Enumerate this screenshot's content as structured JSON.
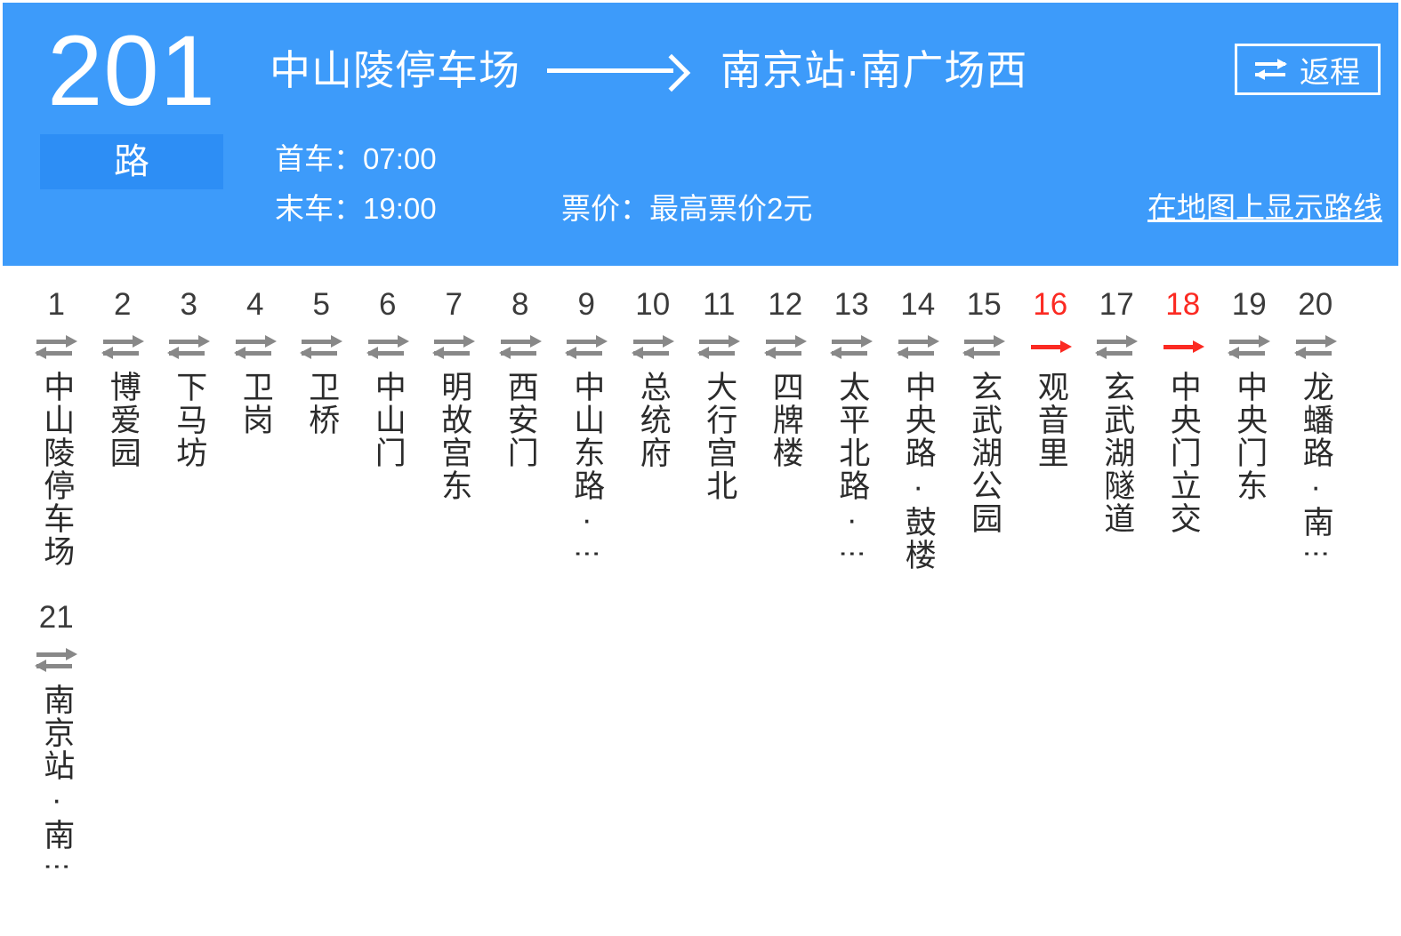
{
  "header": {
    "route_number": "201",
    "route_suffix": "路",
    "origin": "中山陵停车场",
    "destination": "南京站·南广场西",
    "direction_arrow_icon": "long-right-arrow-icon",
    "first_bus": "首车：07:00",
    "last_bus": "末车：19:00",
    "fare": "票价：最高票价2元",
    "return_button_label": "返程",
    "return_button_icon": "swap-icon",
    "map_link_label": "在地图上显示路线",
    "accent_blue": "#3d9bfa",
    "badge_blue": "#2d8ef5"
  },
  "stations": {
    "oneway_color": "#fb2a22",
    "twoway_color": "#888888",
    "items": [
      {
        "index": "1",
        "name": "中山陵停车场",
        "direction": "two-way",
        "truncated": false,
        "ellipsis": ""
      },
      {
        "index": "2",
        "name": "博爱园",
        "direction": "two-way",
        "truncated": false,
        "ellipsis": ""
      },
      {
        "index": "3",
        "name": "下马坊",
        "direction": "two-way",
        "truncated": false,
        "ellipsis": ""
      },
      {
        "index": "4",
        "name": "卫岗",
        "direction": "two-way",
        "truncated": false,
        "ellipsis": ""
      },
      {
        "index": "5",
        "name": "卫桥",
        "direction": "two-way",
        "truncated": false,
        "ellipsis": ""
      },
      {
        "index": "6",
        "name": "中山门",
        "direction": "two-way",
        "truncated": false,
        "ellipsis": ""
      },
      {
        "index": "7",
        "name": "明故宫东",
        "direction": "two-way",
        "truncated": false,
        "ellipsis": ""
      },
      {
        "index": "8",
        "name": "西安门",
        "direction": "two-way",
        "truncated": false,
        "ellipsis": ""
      },
      {
        "index": "9",
        "name": "中山东路·",
        "direction": "two-way",
        "truncated": true,
        "ellipsis": "⋮"
      },
      {
        "index": "10",
        "name": "总统府",
        "direction": "two-way",
        "truncated": false,
        "ellipsis": ""
      },
      {
        "index": "11",
        "name": "大行宫北",
        "direction": "two-way",
        "truncated": false,
        "ellipsis": ""
      },
      {
        "index": "12",
        "name": "四牌楼",
        "direction": "two-way",
        "truncated": false,
        "ellipsis": ""
      },
      {
        "index": "13",
        "name": "太平北路·",
        "direction": "two-way",
        "truncated": true,
        "ellipsis": "⋮"
      },
      {
        "index": "14",
        "name": "中央路·鼓楼",
        "direction": "two-way",
        "truncated": false,
        "ellipsis": ""
      },
      {
        "index": "15",
        "name": "玄武湖公园",
        "direction": "two-way",
        "truncated": false,
        "ellipsis": ""
      },
      {
        "index": "16",
        "name": "观音里",
        "direction": "one-way",
        "truncated": false,
        "ellipsis": ""
      },
      {
        "index": "17",
        "name": "玄武湖隧道",
        "direction": "two-way",
        "truncated": false,
        "ellipsis": ""
      },
      {
        "index": "18",
        "name": "中央门立交",
        "direction": "one-way",
        "truncated": false,
        "ellipsis": ""
      },
      {
        "index": "19",
        "name": "中央门东",
        "direction": "two-way",
        "truncated": false,
        "ellipsis": ""
      },
      {
        "index": "20",
        "name": "龙蟠路·南",
        "direction": "two-way",
        "truncated": true,
        "ellipsis": "⋮"
      },
      {
        "index": "21",
        "name": "南京站·南",
        "direction": "two-way",
        "truncated": true,
        "ellipsis": "⋮"
      }
    ]
  }
}
